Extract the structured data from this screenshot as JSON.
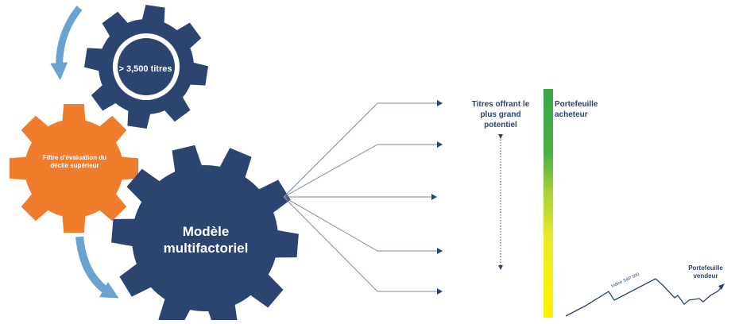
{
  "gears": {
    "top_label": "> 3,500 titres",
    "orange_label": "Filtre d'évaluation du décile supérieur",
    "big_label": "Modèle multifactoriel"
  },
  "right_panel": {
    "potentiel_label": "Titres offrant le plus grand potentiel",
    "acheteur_label": "Portefeuille acheteur",
    "vendeur_label": "Portefeuille vendeur",
    "index_label": "Indice S&P 500"
  },
  "colors": {
    "navy": "#2b4470",
    "orange": "#ef7d2c",
    "arrow_blue": "#6aa3d0",
    "line_gray": "#7d8aa8",
    "bar_gradient": [
      "#3aa64a",
      "#60b844",
      "#b8d334",
      "#f1ed24",
      "#fff200"
    ]
  }
}
